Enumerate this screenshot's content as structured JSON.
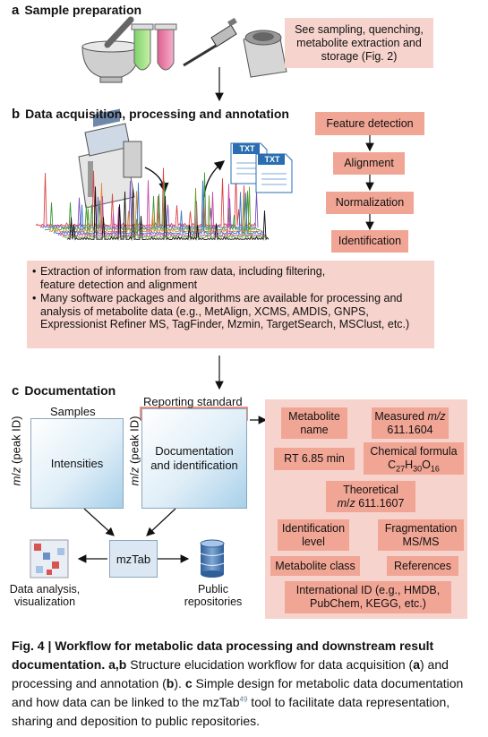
{
  "section_a": {
    "letter": "a",
    "title": "Sample preparation",
    "note": "See sampling, quenching, metabolite extraction and storage (Fig. 2)"
  },
  "section_b": {
    "letter": "b",
    "title": "Data acquisition, processing and annotation",
    "file_label": "TXT",
    "steps": [
      "Feature detection",
      "Alignment",
      "Normalization",
      "Identification"
    ],
    "bullets": [
      "Extraction of information from raw data, including filtering, feature detection and alignment",
      "Many software packages and algorithms are available for processing and analysis of metabolite data (e.g., MetAlign, XCMS, AMDIS, GNPS, Expressionist Refiner MS, TagFinder, Mzmin, TargetSearch, MSClust, etc.)"
    ],
    "bullet_mark": "•"
  },
  "section_c": {
    "letter": "c",
    "title": "Documentation",
    "samples_label": "Samples",
    "axis_label": "m/z (peak ID)",
    "intensities": "Intensities",
    "reporting_standard": "Reporting standard",
    "doc_ident": "Documentation and identification",
    "mztab": "mzTab",
    "data_analysis": "Data analysis, visualization",
    "public_repos": "Public repositories",
    "fields": {
      "metabolite_name": "Metabolite name",
      "measured_label": "Measured",
      "measured_unit": "m/z",
      "measured_value": "611.1604",
      "rt": "RT 6.85 min",
      "chem_label": "Chemical formula",
      "chem_formula": "C27H30O16",
      "theo_label": "Theoretical",
      "theo_value": "611.1607",
      "id_level": "Identification level",
      "fragmentation": "Fragmentation MS/MS",
      "met_class": "Metabolite class",
      "references": "References",
      "intl_id": "International ID (e.g., HMDB, PubChem, KEGG, etc.)"
    }
  },
  "caption": {
    "fig": "Fig. 4 | Workflow for metabolic data processing and downstream result documentation.",
    "ab": "a,b",
    "t1": "Structure elucidation workflow for data acquisition (",
    "a": "a",
    "t2": ") and processing and annotation (",
    "b": "b",
    "t3": "). ",
    "c": "c",
    "t4": "Simple design for metabolic data documentation and how data can be linked to the mzTab",
    "ref": "49",
    "t5": " tool to facilitate data representation, sharing and deposition to public repositories."
  }
}
